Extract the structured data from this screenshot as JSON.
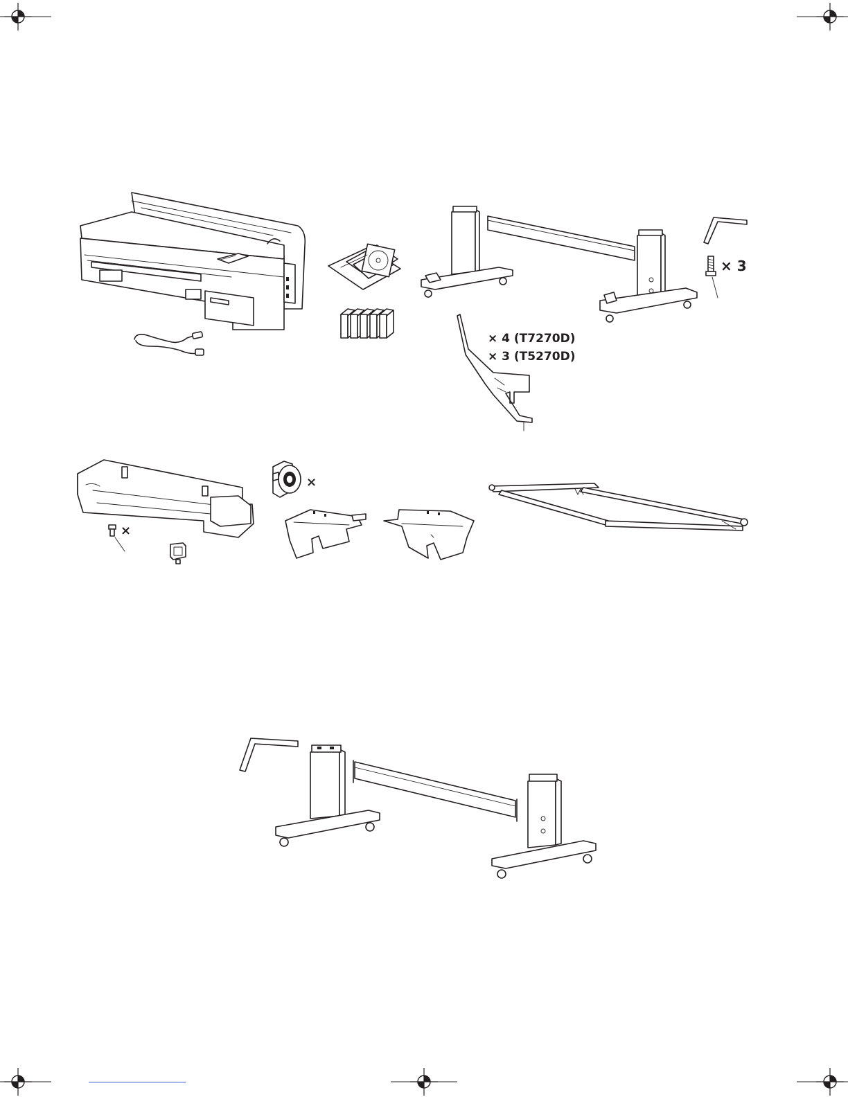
{
  "page": {
    "labels": {
      "screw_quantity": "× 3",
      "support_quantity_t7270d": "× 4 (T7270D)",
      "support_quantity_t5270d": "× 3 (T5270D)",
      "adapter_quantity": "×",
      "small_screw_quantity": "×"
    }
  },
  "icons": [
    "registration-mark-icon",
    "printer-illustration",
    "power-cord-illustration",
    "software-cd-illustration",
    "ink-cartridges-illustration",
    "stand-legs-illustration",
    "hex-wrench-illustration",
    "screw-illustration",
    "paper-support-illustration",
    "roll-unit-illustration",
    "roll-adapter-illustration",
    "spindle-holder-illustration",
    "paper-basket-illustration"
  ],
  "colors": {
    "line": "#231f20",
    "link": "#3b5bdb"
  }
}
